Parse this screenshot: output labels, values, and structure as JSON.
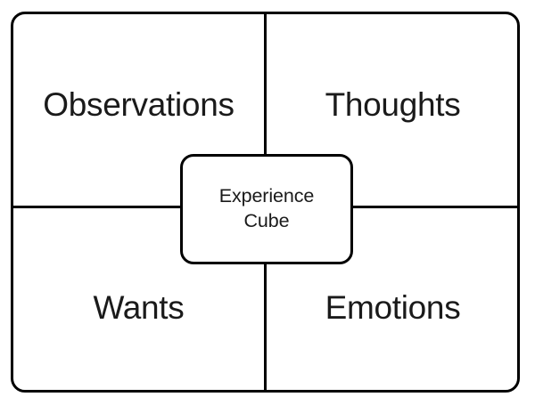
{
  "diagram": {
    "title": "Experience Cube",
    "type": "four-quadrant-model",
    "center": {
      "line1": "Experience",
      "line2": "Cube"
    },
    "quadrants": [
      {
        "id": "observations",
        "label": "Observations",
        "position": "top-left"
      },
      {
        "id": "thoughts",
        "label": "Thoughts",
        "position": "top-right"
      },
      {
        "id": "wants",
        "label": "Wants",
        "position": "bottom-left"
      },
      {
        "id": "emotions",
        "label": "Emotions",
        "position": "bottom-right"
      }
    ],
    "colors": {
      "stroke": "#000000",
      "text": "#1a1a1a",
      "background": "#ffffff"
    }
  }
}
